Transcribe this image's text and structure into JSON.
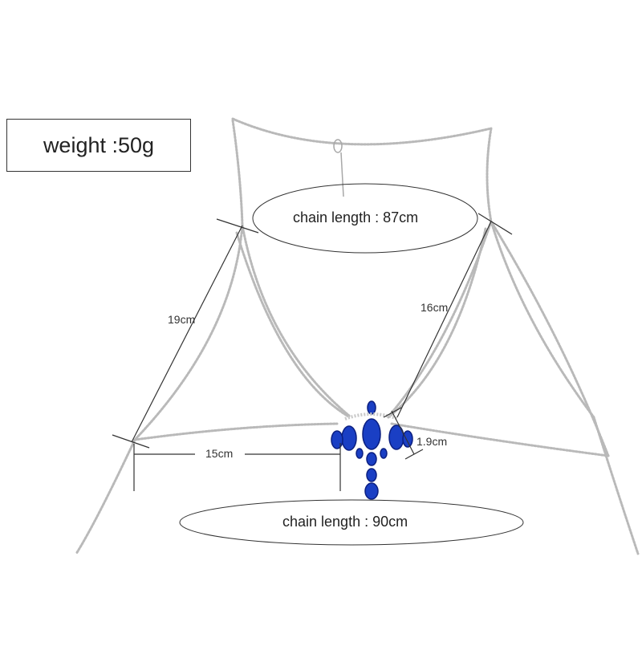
{
  "weight_label": "weight :50g",
  "upper_chain_label": "chain length  : 87cm",
  "lower_chain_label": "chain length  : 90cm",
  "dim_left_side": "19cm",
  "dim_right_side": "16cm",
  "dim_horizontal": "15cm",
  "dim_pendant": "1.9cm",
  "colors": {
    "chain": "#b9b9b9",
    "gem_blue": "#1a3fc4",
    "gem_dark": "#0b1f80",
    "line": "#333333"
  }
}
